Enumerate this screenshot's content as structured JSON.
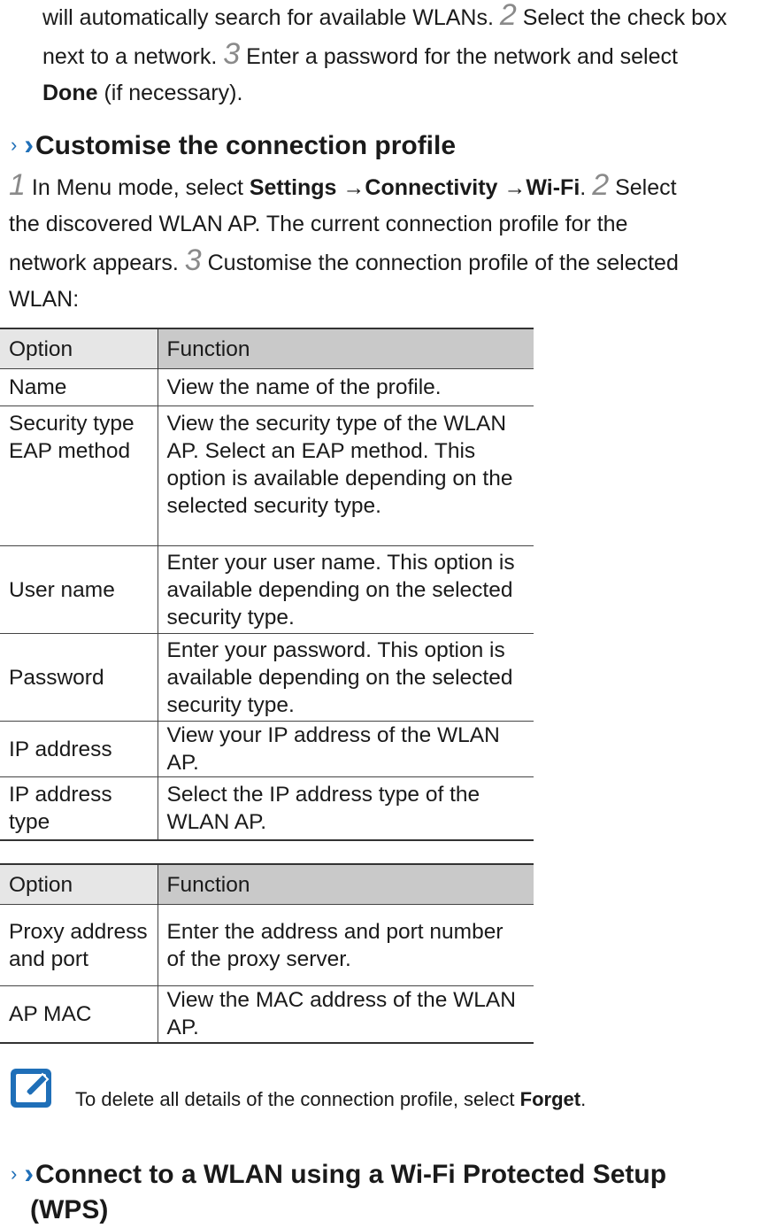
{
  "intro": {
    "line1": "will automatically search for available WLANs.",
    "step2_num": "2",
    "line1b": "Select the check box",
    "line2a": "next to a network.",
    "step3_num": "3",
    "line2b": "Enter a password for the network and select",
    "done_bold": "Done",
    "line3": "(if necessary)."
  },
  "section1": {
    "heading": "Customise the connection profile",
    "step1_num": "1",
    "s1_text": "In Menu mode, select",
    "settings": "Settings",
    "arrow1": "→",
    "connectivity": "Connectivity",
    "arrow2": "→",
    "wifi": "Wi-Fi",
    "period": ".",
    "step2_num": "2",
    "s2_text_a": "Select",
    "s2_text_b": "the discovered WLAN AP. The current connection profile for the",
    "s2_text_c": "network appears.",
    "step3_num": "3",
    "s3_text_a": "Customise the connection profile of the selected",
    "s3_text_b": "WLAN:"
  },
  "table1": {
    "header": [
      "Option",
      "Function"
    ],
    "rows": [
      {
        "option": "Name",
        "function": "View the name of the profile."
      },
      {
        "option": "Security type EAP method",
        "function": "View the security type of the WLAN AP. Select an EAP method. This option is available depending on the selected security type."
      },
      {
        "option": "User name",
        "function": "Enter your user name. This option is available depending on the selected security type."
      },
      {
        "option": "Password",
        "function": "Enter your password. This option is available depending on the selected security type."
      },
      {
        "option": "IP address",
        "function": "View your IP address of the WLAN AP."
      },
      {
        "option": "IP address type",
        "function": "Select the IP address type of the WLAN AP."
      }
    ]
  },
  "table2": {
    "header": [
      "Option",
      "Function"
    ],
    "rows": [
      {
        "option": "Proxy address and port",
        "function": "Enter the address and port number of the proxy server."
      },
      {
        "option": "AP MAC",
        "function": "View the MAC address of the WLAN AP."
      }
    ]
  },
  "note": {
    "icon": "note-pencil-icon",
    "text": "To delete all details of the connection profile, select",
    "forget": "Forget",
    "period": "."
  },
  "section2": {
    "heading_a": "Connect to a WLAN using a Wi-Fi Protected Setup",
    "heading_b": "(WPS)"
  },
  "colors": {
    "accent": "#1f6fb8",
    "step_number": "#8a8a8a",
    "header_option_bg": "#e6e6e6",
    "header_function_bg": "#c9c9c9"
  }
}
